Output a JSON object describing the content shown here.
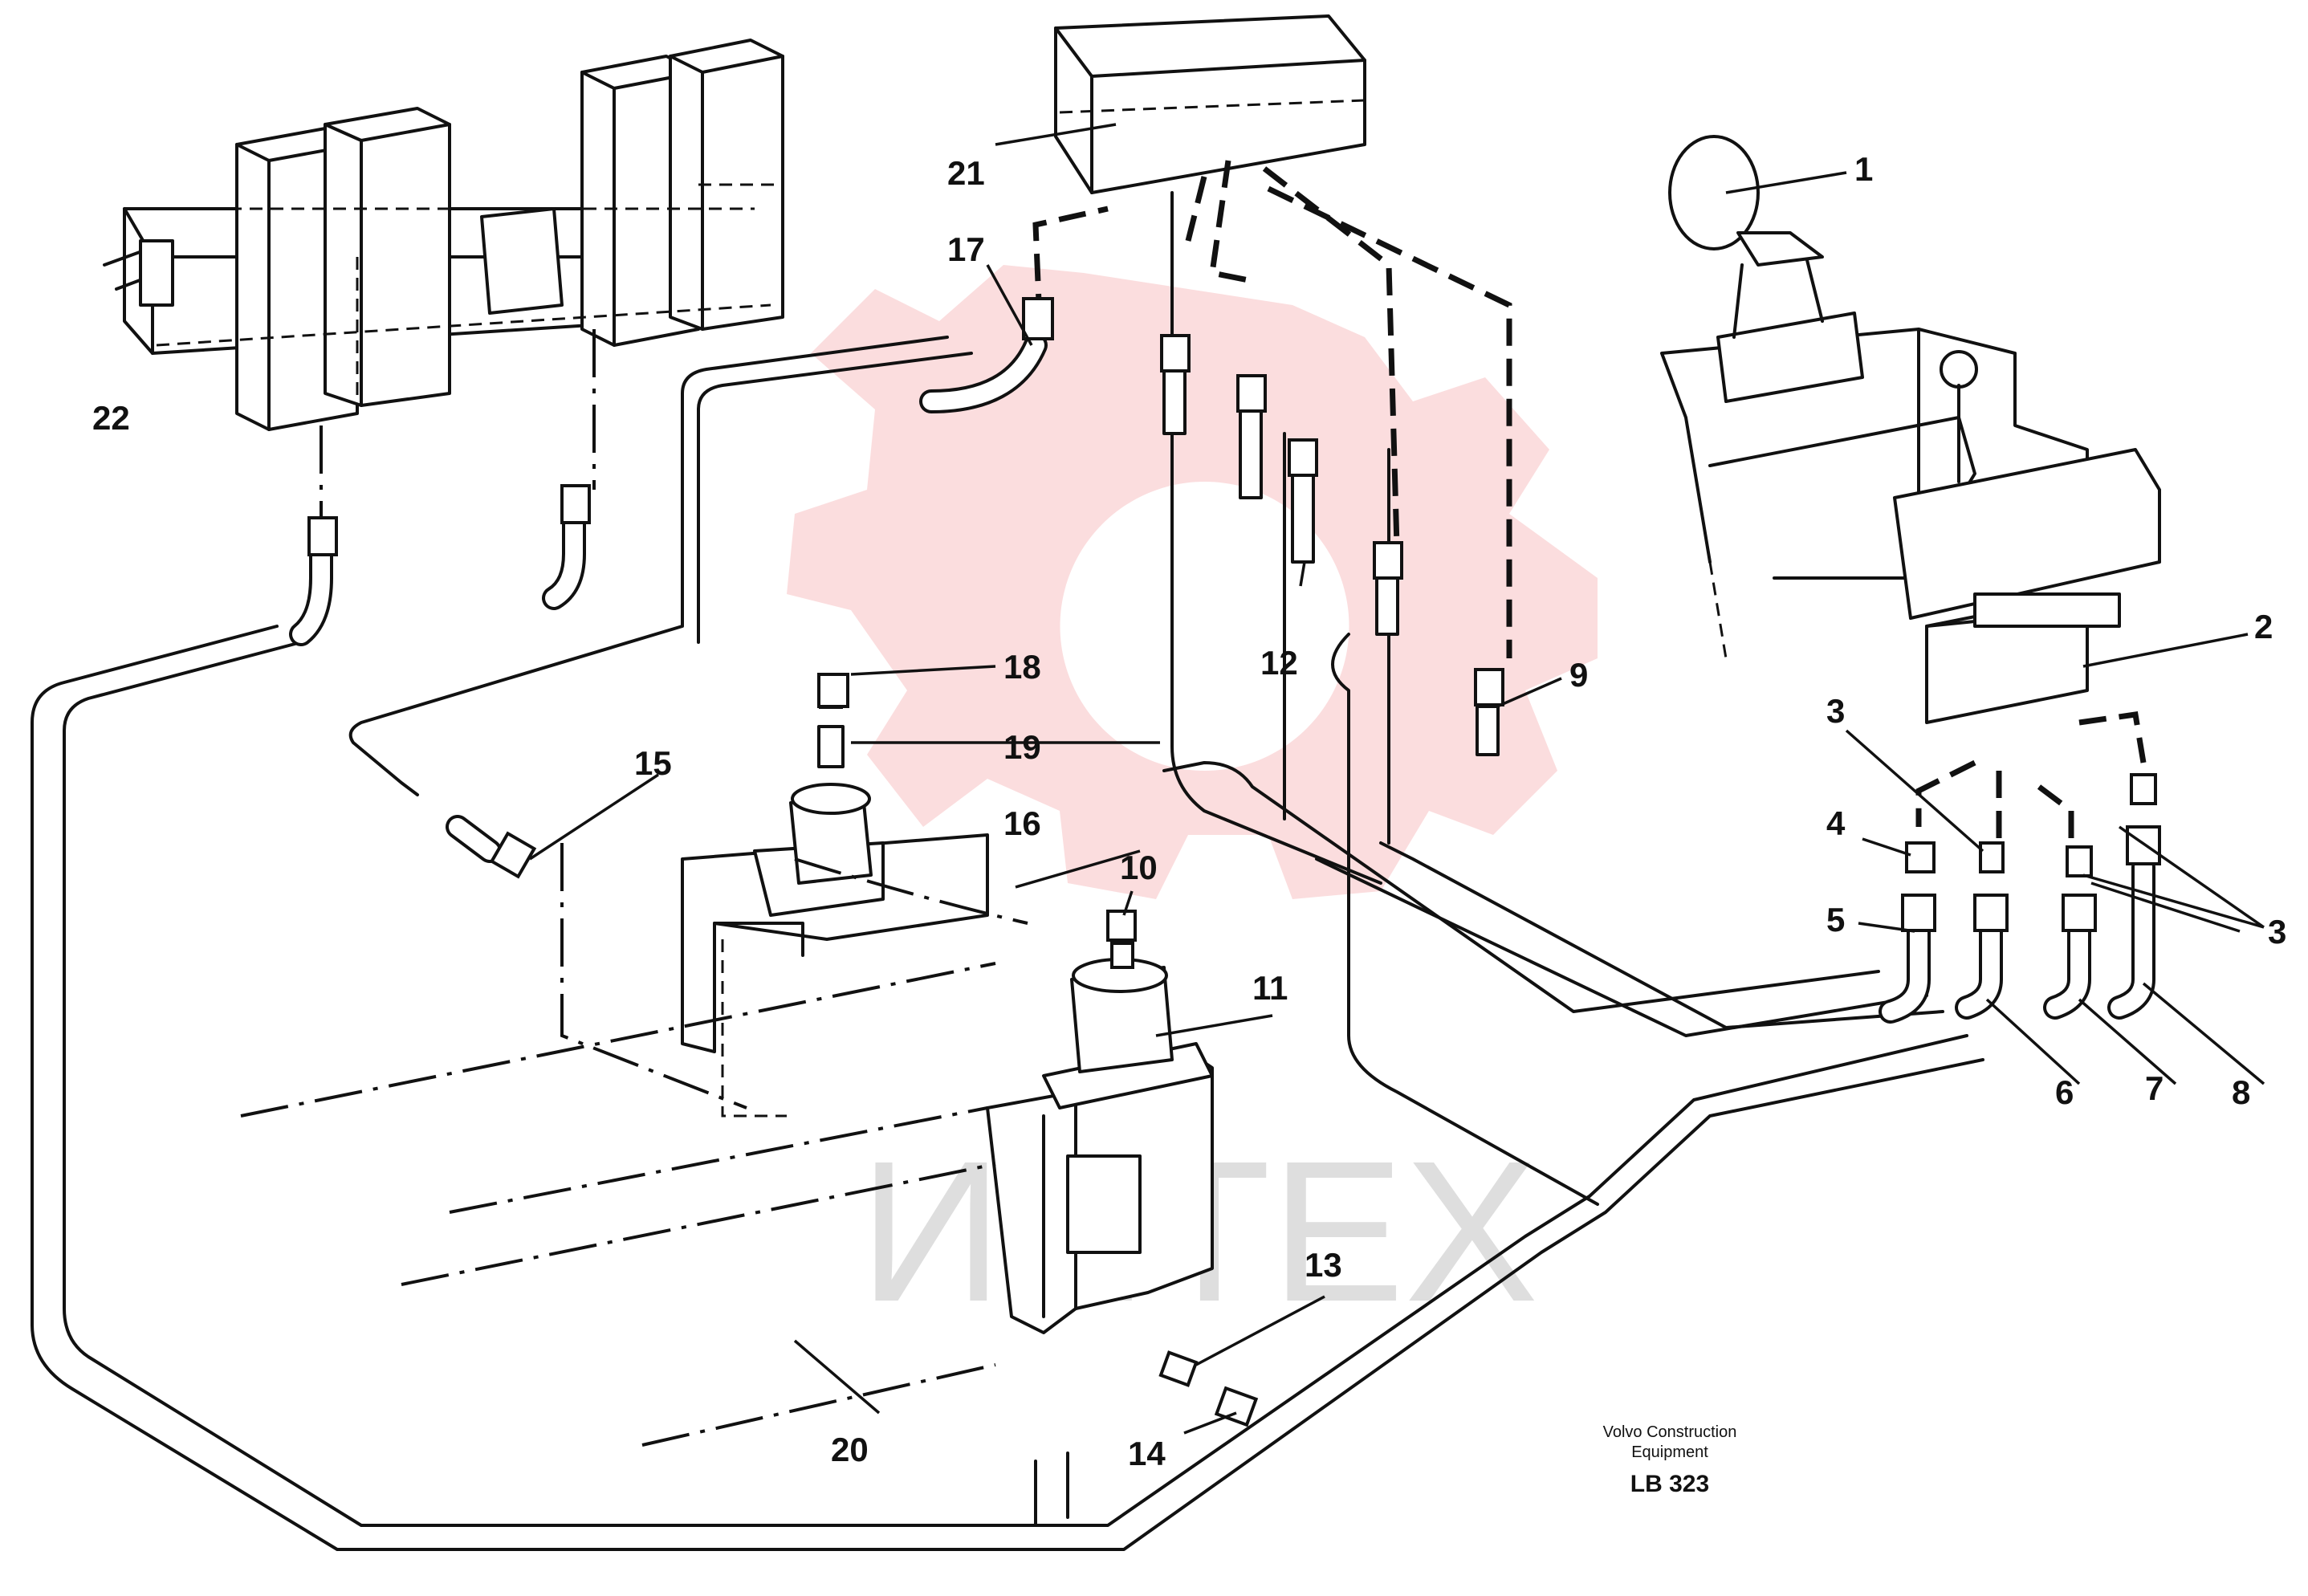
{
  "callouts": {
    "c1": "1",
    "c2": "2",
    "c3a": "3",
    "c3b": "3",
    "c3c": "3",
    "c4": "4",
    "c5": "5",
    "c6": "6",
    "c7": "7",
    "c8": "8",
    "c9": "9",
    "c10": "10",
    "c11": "11",
    "c12": "12",
    "c13": "13",
    "c14": "14",
    "c15": "15",
    "c16": "16",
    "c17": "17",
    "c18": "18",
    "c19": "19",
    "c20": "20",
    "c21": "21",
    "c22": "22"
  },
  "credit": {
    "line1": "Volvo Construction",
    "line2": "Equipment",
    "code": "LB 323"
  },
  "watermark": {
    "text": "ИНТЕХ",
    "color": "#e8353b"
  }
}
